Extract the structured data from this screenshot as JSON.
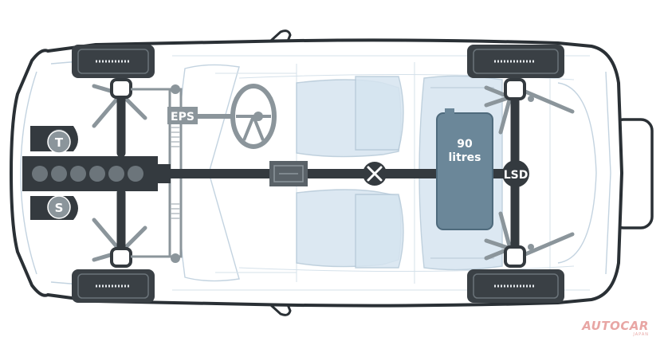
{
  "labels": {
    "turbo": "T",
    "supercharger": "S",
    "steering": "EPS",
    "tank_line1": "90",
    "tank_line2": "litres",
    "diff": "LSD"
  },
  "watermark": {
    "brand": "AUTOCAR",
    "region": "JAPAN"
  },
  "colors": {
    "outline": "#2a3035",
    "glass": "#c9dbe8",
    "drivetrain": "#343a3f",
    "tank": "#6b8799",
    "watermark": "#e8a6a4"
  }
}
